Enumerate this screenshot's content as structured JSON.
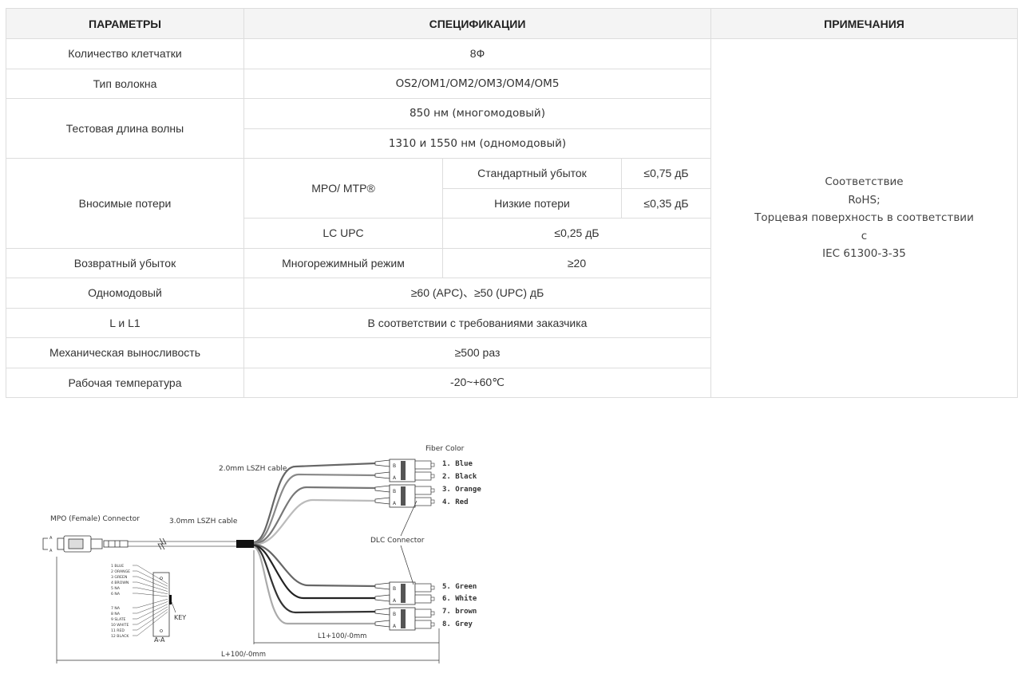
{
  "table": {
    "headers": [
      "ПАРАМЕТРЫ",
      "СПЕЦИФИКАЦИИ",
      "ПРИМЕЧАНИЯ"
    ],
    "rows": {
      "fiber_count": {
        "param": "Количество клетчатки",
        "value": "8Ф"
      },
      "fiber_type": {
        "param": "Тип волокна",
        "value": "OS2/OM1/OM2/OM3/OM4/OM5"
      },
      "test_wavelength": {
        "param": "Тестовая длина волны",
        "value_mm": "850 нм (многомодовый)",
        "value_sm": "1310 и 1550 нм (одномодовый)"
      },
      "insertion_loss": {
        "param": "Вносимые потери",
        "mpo_label": "MPO/ MTP®",
        "standard_label": "Стандартный убыток",
        "standard_value": "≤0,75 дБ",
        "low_label": "Низкие потери",
        "low_value": "≤0,35 дБ",
        "lc_label": "LC UPC",
        "lc_value": "≤0,25 дБ"
      },
      "return_loss": {
        "param": "Возвратный убыток",
        "mode": "Многорежимный режим",
        "value": "≥20"
      },
      "singlemode": {
        "param": "Одномодовый",
        "value": "≥60 (APC)、≥50 (UPC) дБ"
      },
      "length": {
        "param": "L и L1",
        "value": "В соответствии с требованиями заказчика"
      },
      "durability": {
        "param": "Механическая выносливость",
        "value": "≥500 раз"
      },
      "temperature": {
        "param": "Рабочая температура",
        "value": "-20~+60℃"
      }
    },
    "notes": [
      "Соответствие",
      "RoHS;",
      "Торцевая поверхность в соответствии",
      "с",
      "IEC 61300-3-35"
    ]
  },
  "diagram": {
    "mpo_label": "MPO (Female) Connector",
    "cable_3mm": "3.0mm LSZH cable",
    "cable_2mm": "2.0mm LSZH cable",
    "fiber_color_title": "Fiber Color",
    "dlc_label": "DLC Connector",
    "fibers": [
      "1. Blue",
      "2. Black",
      "3. Orange",
      "4. Red",
      "5. Green",
      "6. White",
      "7. brown",
      "8. Grey"
    ],
    "pinout": [
      "1 BLUE",
      "2 ORANGE",
      "3 GREEN",
      "4 BROWN",
      "5 NA",
      "6 NA",
      "7 NA",
      "8 NA",
      "9 SLATE",
      "10 WHITE",
      "11 RED",
      "12 BLACK"
    ],
    "key_label": "KEY",
    "section_label": "A-A",
    "section_mark": "A",
    "port_b": "B",
    "port_a": "A",
    "dim_l1": "L1+100/-0mm",
    "dim_l": "L+100/-0mm"
  }
}
